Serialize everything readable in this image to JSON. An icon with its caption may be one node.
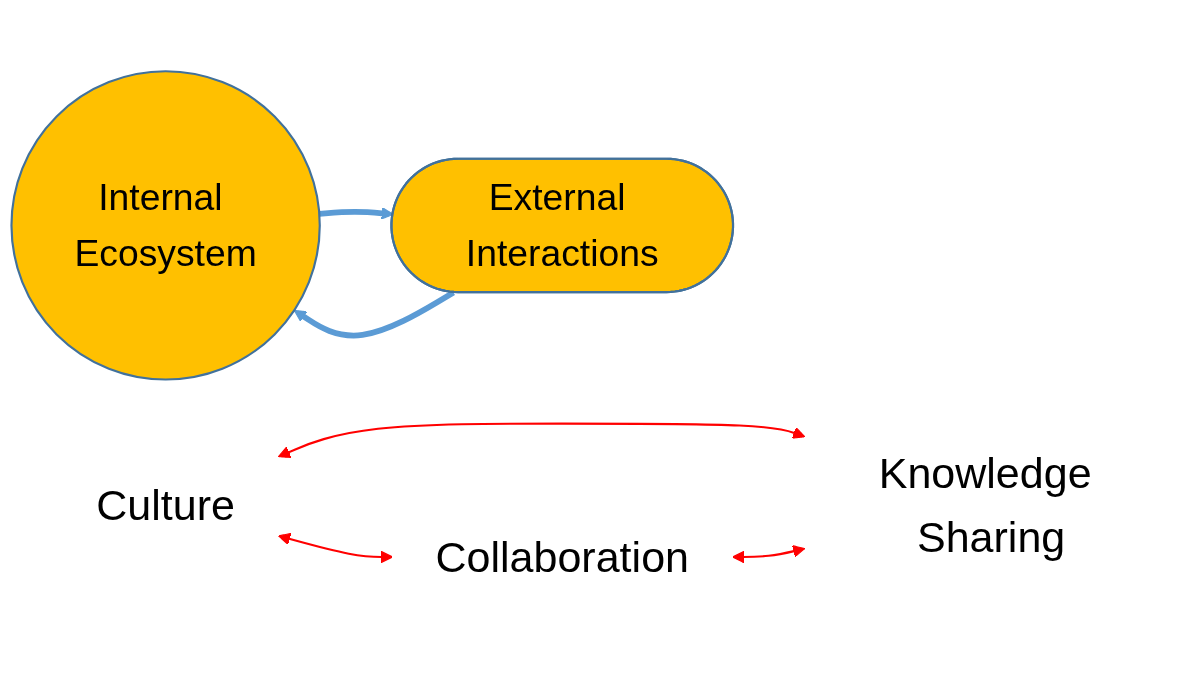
{
  "diagram": {
    "nodes": [
      {
        "text": [
          "Culture"
        ]
      },
      {
        "text": [
          "Internal Ecosystem"
        ]
      },
      {
        "text": [
          "External Interactions"
        ]
      },
      {
        "text": [
          "Collaboration"
        ]
      },
      {
        "text": [
          "Knowledge Sharing"
        ]
      }
    ],
    "edges": [
      {
        "from": 1,
        "to": 2,
        "arrow": "to",
        "style": "thick",
        "color": "#5b9bd5"
      },
      {
        "from": 2,
        "to": 1,
        "arrow": "to",
        "style": "thick",
        "color": "#5b9bd5"
      },
      {
        "from": 0,
        "to": 3,
        "arrow": "both",
        "color": "#ff0000"
      },
      {
        "from": 0,
        "to": 4,
        "arrow": "both",
        "color": "#ff0000"
      },
      {
        "from": 3,
        "to": 4,
        "arrow": "both",
        "color": "#ff0000"
      }
    ]
  }
}
